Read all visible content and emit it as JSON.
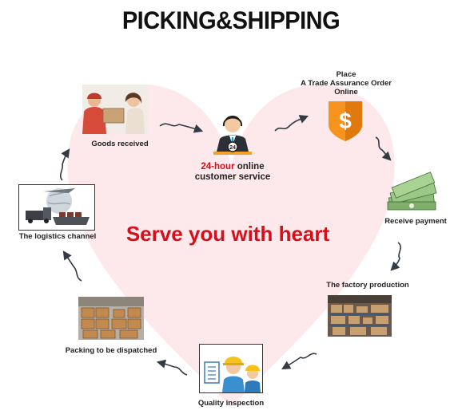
{
  "title": "PICKING&SHIPPING",
  "headline": "Serve you with heart",
  "center_service": {
    "highlight": "24-hour",
    "rest_line1": " online",
    "line2": "customer service",
    "badge": "24"
  },
  "steps": [
    {
      "label_lines": [
        "Place",
        "A Trade Assurance Order",
        "Online"
      ],
      "icon": "dollar-shield-icon"
    },
    {
      "label": "Receive payment",
      "icon": "cash-stack-icon"
    },
    {
      "label": "The factory production",
      "icon": "warehouse-shelves-icon"
    },
    {
      "label": "Quality inspection",
      "icon": "inspector-icon"
    },
    {
      "label": "Packing to be dispatched",
      "icon": "carton-boxes-icon"
    },
    {
      "label": "The logistics channel",
      "icon": "globe-transport-icon"
    },
    {
      "label": "Goods received",
      "icon": "delivery-handover-icon"
    }
  ],
  "colors": {
    "accent": "#d6101b",
    "arrow": "#333a44",
    "heart_fill": "#fde8ec",
    "shield": "#f7941d"
  }
}
